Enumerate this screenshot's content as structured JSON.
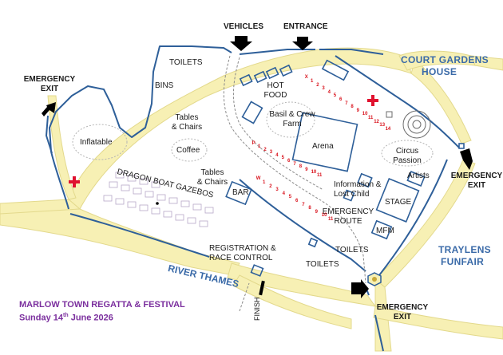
{
  "title": "MARLOW TOWN REGATTA & FESTIVAL",
  "date": "Sunday 14th June 2026",
  "areas": {
    "court_gardens_1": "COURT GARDENS",
    "court_gardens_2": "HOUSE",
    "traylens_1": "TRAYLENS",
    "traylens_2": "FUNFAIR",
    "river": "RIVER THAMES"
  },
  "access": {
    "vehicles": "VEHICLES",
    "entrance": "ENTRANCE",
    "emergency_exit_1": "EMERGENCY",
    "emergency_exit_2": "EXIT"
  },
  "labels": {
    "toilets": "TOILETS",
    "bins": "BINS",
    "hot_food_1": "HOT",
    "hot_food_2": "FOOD",
    "tables_chairs_1": "Tables",
    "tables_chairs_2": "& Chairs",
    "inflatable": "Inflatable",
    "coffee": "Coffee",
    "basil_crew_1": "Basil & Crew",
    "basil_crew_2": "Farm",
    "arena": "Arena",
    "circus_1": "Circus",
    "circus_2": "Passion",
    "artists": "Artists",
    "dragon_boat": "DRAGON BOAT GAZEBOS",
    "bar": "BAR",
    "info_1": "Information &",
    "info_2": "Lost Child",
    "stage": "STAGE",
    "emergency_route_1": "EMERGENCY",
    "emergency_route_2": "ROUTE",
    "mfm": "MFM",
    "registration_1": "REGISTRATION &",
    "registration_2": "RACE CONTROL",
    "finish": "FINISH"
  },
  "stall_rows": {
    "X": [
      "1",
      "2",
      "3",
      "4",
      "5",
      "6",
      "7",
      "8",
      "9",
      "10",
      "11",
      "12",
      "13",
      "14"
    ],
    "P": [
      "1",
      "2",
      "3",
      "4",
      "5",
      "6",
      "7",
      "8",
      "9",
      "10",
      "11"
    ],
    "W": [
      "1",
      "2",
      "3",
      "4",
      "5",
      "6",
      "7",
      "8",
      "9",
      "10",
      "11"
    ]
  },
  "colors": {
    "path": "#f7f0b4",
    "path_edge": "#e3d98c",
    "boundary": "#2e5f99",
    "text_blue": "#3a6aa8",
    "first_aid": "#e0122f",
    "title": "#7b2f9e"
  }
}
